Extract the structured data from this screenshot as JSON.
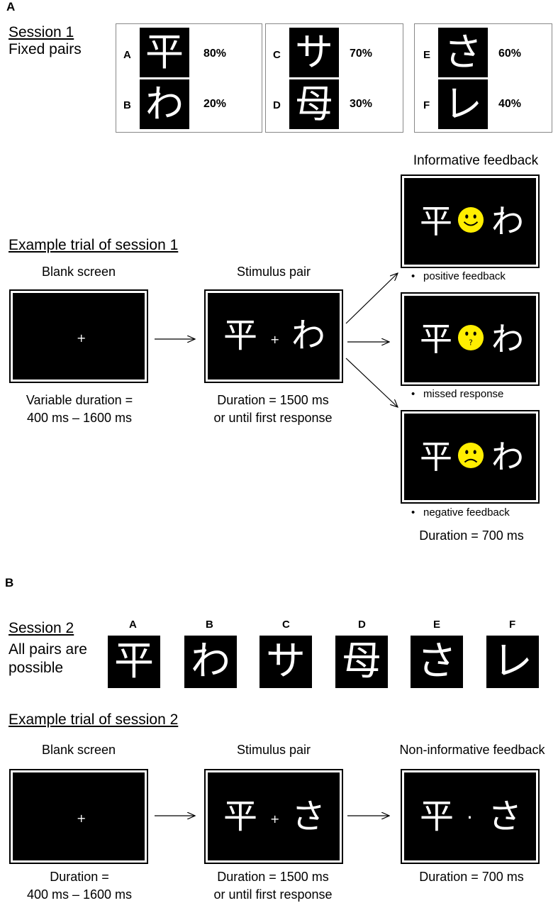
{
  "panelA": {
    "letter": "A",
    "session_title": "Session 1",
    "session_subtitle": "Fixed pairs",
    "pairs": [
      {
        "top": {
          "label": "A",
          "glyph": "平",
          "pct": "80%"
        },
        "bottom": {
          "label": "B",
          "glyph": "わ",
          "pct": "20%"
        }
      },
      {
        "top": {
          "label": "C",
          "glyph": "サ",
          "pct": "70%"
        },
        "bottom": {
          "label": "D",
          "glyph": "母",
          "pct": "30%"
        }
      },
      {
        "top": {
          "label": "E",
          "glyph": "さ",
          "pct": "60%"
        },
        "bottom": {
          "label": "F",
          "glyph": "レ",
          "pct": "40%"
        }
      }
    ],
    "example_title": "Example trial of session 1",
    "blank": {
      "title": "Blank screen",
      "cross": "+",
      "caption_1": "Variable duration =",
      "caption_2": "400 ms – 1600 ms"
    },
    "stimulus": {
      "title": "Stimulus pair",
      "left": "平",
      "cross": "+",
      "right": "わ",
      "caption_1": "Duration = 1500 ms",
      "caption_2": "or until first response"
    },
    "feedback_title": "Informative feedback",
    "feedback": [
      {
        "left": "平",
        "right": "わ",
        "face": "happy",
        "bullet": "•",
        "label": "positive feedback"
      },
      {
        "left": "平",
        "right": "わ",
        "face": "question",
        "face_mark": "?",
        "bullet": "•",
        "label": "missed response"
      },
      {
        "left": "平",
        "right": "わ",
        "face": "sad",
        "bullet": "•",
        "label": "negative feedback"
      }
    ],
    "feedback_duration": "Duration = 700 ms"
  },
  "panelB": {
    "letter": "B",
    "session_title": "Session 2",
    "session_subtitle_1": "All pairs are",
    "session_subtitle_2": "possible",
    "symbols": [
      {
        "label": "A",
        "glyph": "平"
      },
      {
        "label": "B",
        "glyph": "わ"
      },
      {
        "label": "C",
        "glyph": "サ"
      },
      {
        "label": "D",
        "glyph": "母"
      },
      {
        "label": "E",
        "glyph": "さ"
      },
      {
        "label": "F",
        "glyph": "レ"
      }
    ],
    "example_title": "Example trial of session 2",
    "blank": {
      "title": "Blank screen",
      "cross": "+",
      "caption_1": "Duration =",
      "caption_2": "400 ms – 1600 ms"
    },
    "stimulus": {
      "title": "Stimulus pair",
      "left": "平",
      "cross": "+",
      "right": "さ",
      "caption_1": "Duration = 1500 ms",
      "caption_2": "or until first response"
    },
    "feedback": {
      "title": "Non-informative feedback",
      "left": "平",
      "dot": "·",
      "right": "さ",
      "caption": "Duration = 700 ms"
    }
  },
  "colors": {
    "face_yellow": "#ffee00",
    "screen": "#000000"
  }
}
